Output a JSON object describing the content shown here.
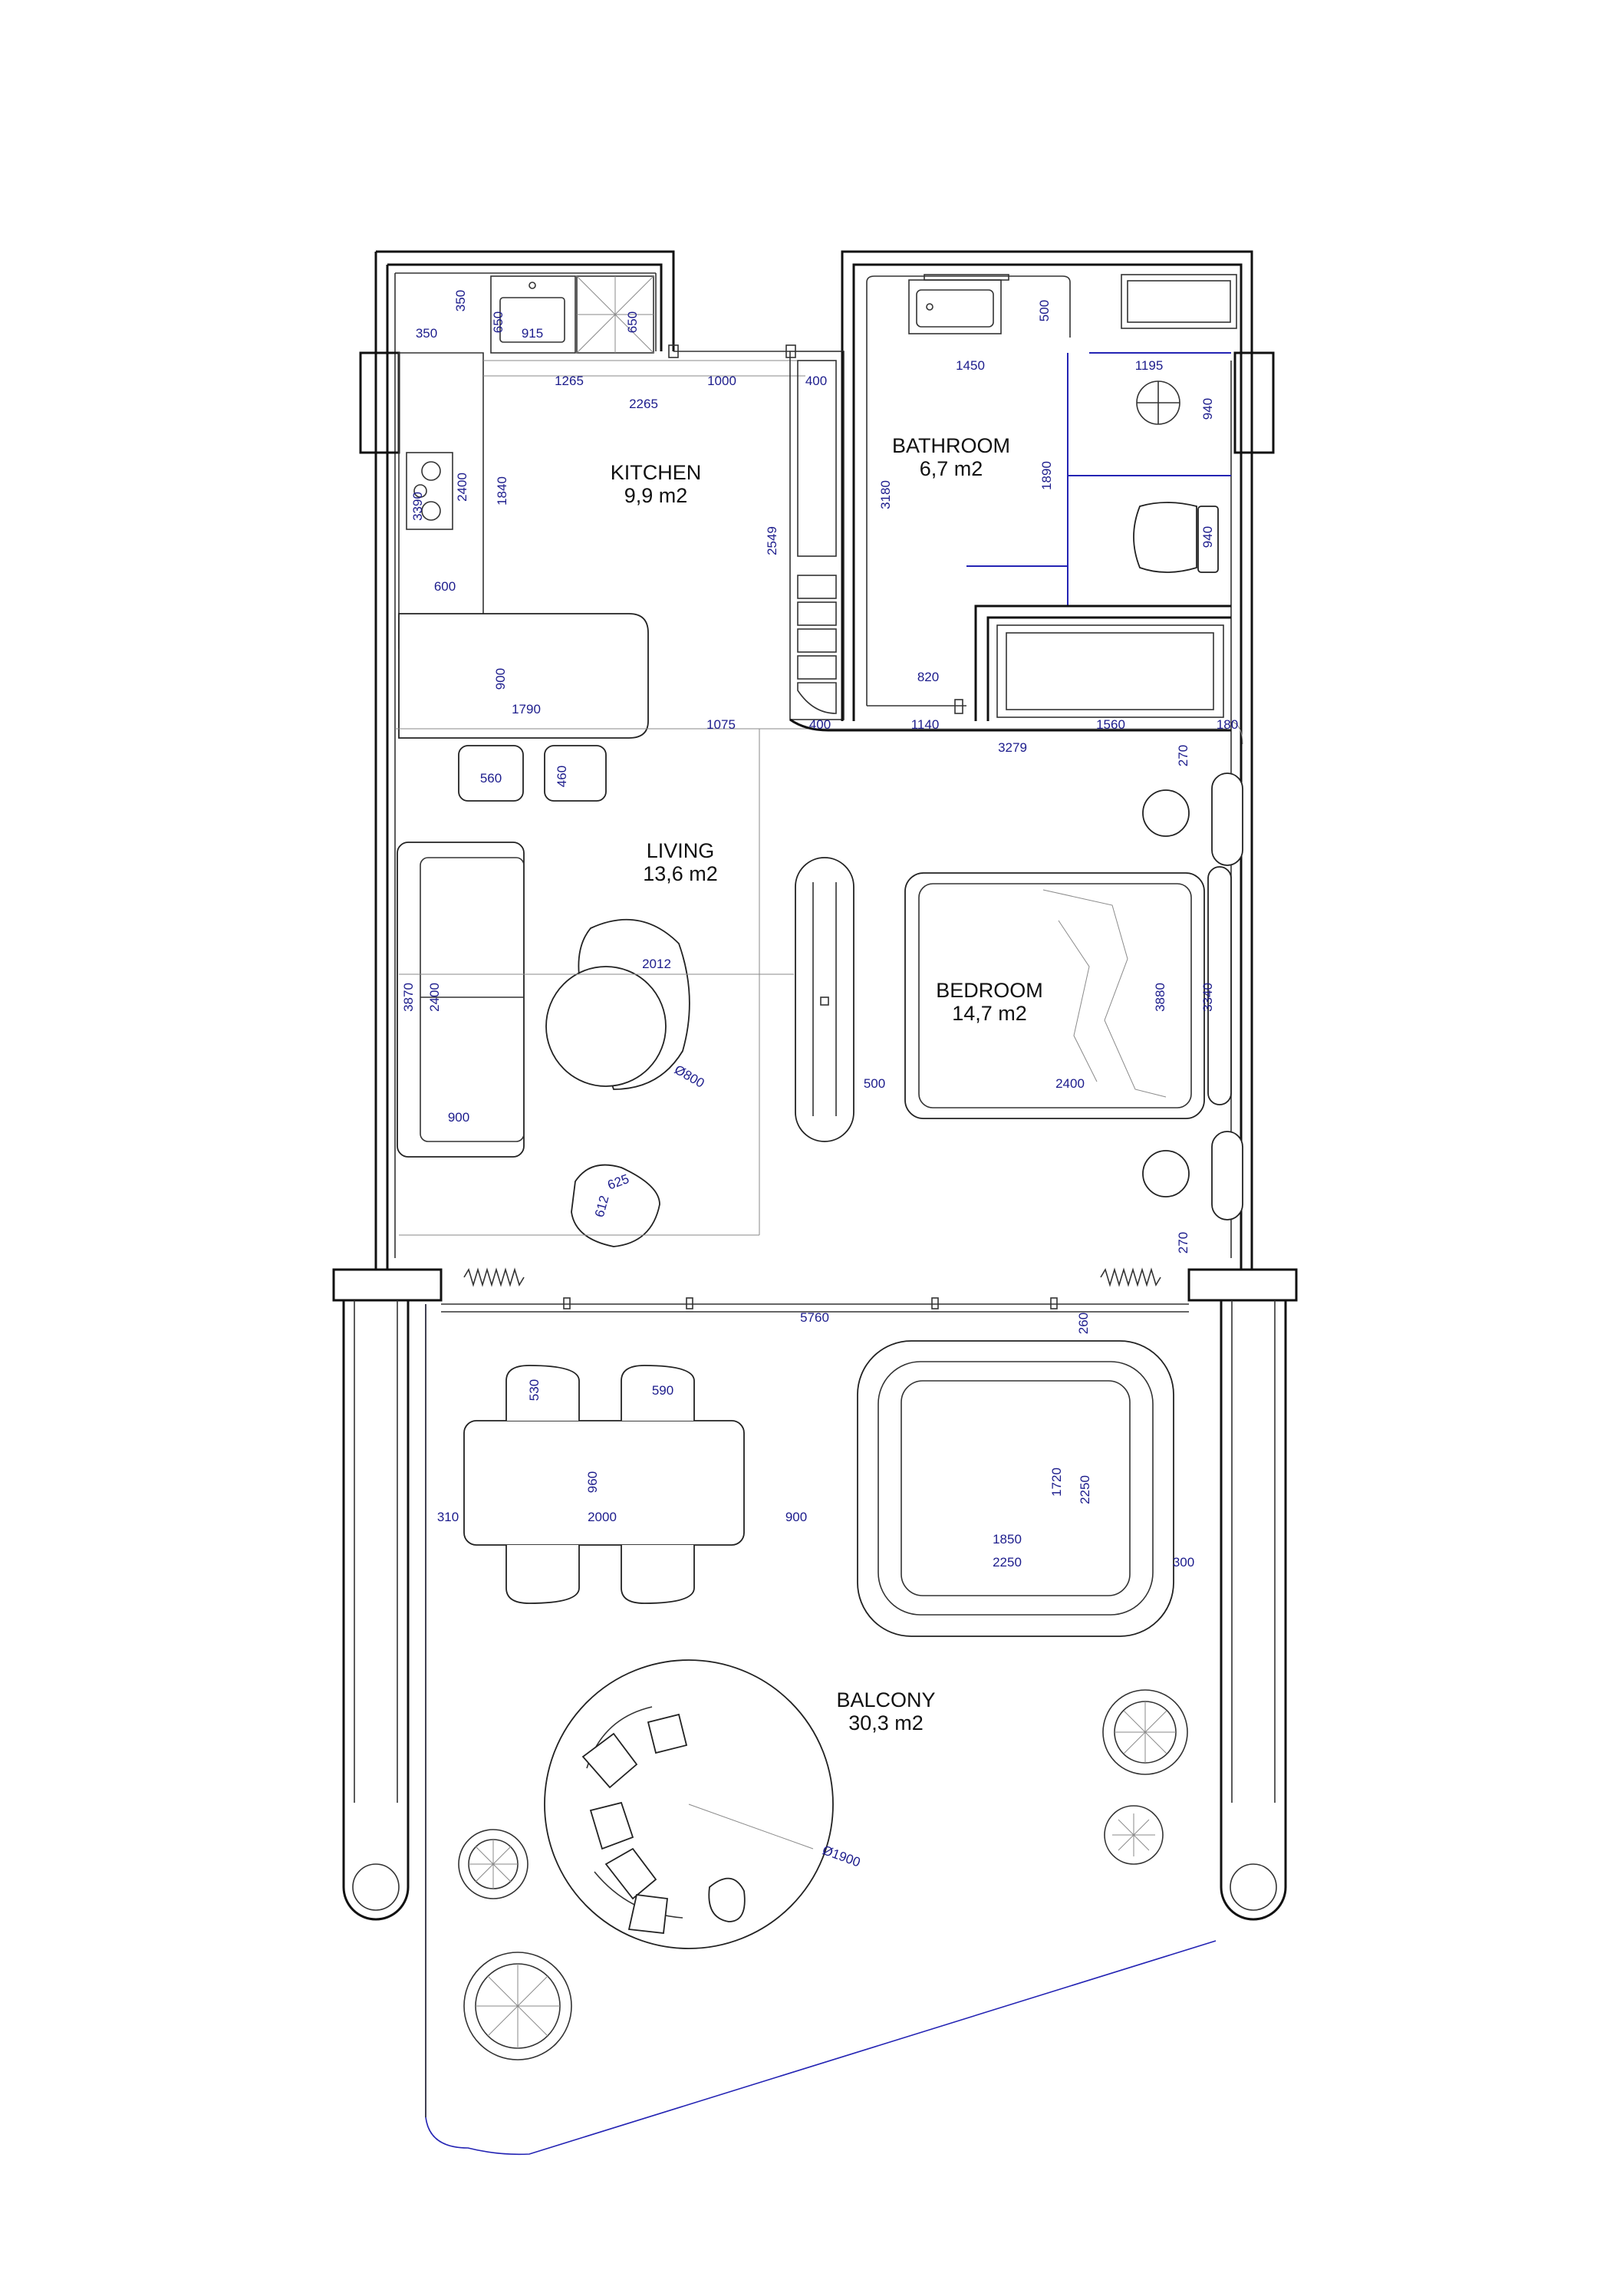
{
  "rooms": {
    "kitchen": {
      "name": "KITCHEN",
      "area": "9,9 m2"
    },
    "bathroom": {
      "name": "BATHROOM",
      "area": "6,7 m2"
    },
    "living": {
      "name": "LIVING",
      "area": "13,6 m2"
    },
    "bedroom": {
      "name": "BEDROOM",
      "area": "14,7 m2"
    },
    "balcony": {
      "name": "BALCONY",
      "area": "30,3 m2"
    }
  },
  "dimensions": {
    "k_350a": "350",
    "k_350b": "350",
    "k_650a": "650",
    "k_915": "915",
    "k_650b": "650",
    "k_1265": "1265",
    "k_2265": "2265",
    "k_1000": "1000",
    "k_400a": "400",
    "k_3390": "3390",
    "k_2400": "2400",
    "k_1840": "1840",
    "k_2549": "2549",
    "k_600": "600",
    "k_900": "900",
    "k_1790": "1790",
    "b_500": "500",
    "b_1450": "1450",
    "b_1195": "1195",
    "b_940a": "940",
    "b_3180": "3180",
    "b_1890": "1890",
    "b_940b": "940",
    "b_820": "820",
    "r_1075": "1075",
    "r_400b": "400",
    "r_1140": "1140",
    "r_1560": "1560",
    "r_180": "180",
    "r_3279": "3279",
    "l_560": "560",
    "l_460": "460",
    "l_3870": "3870",
    "l_2400": "2400",
    "l_2012": "2012",
    "l_d800": "Ø800",
    "l_900": "900",
    "l_625": "625",
    "l_612": "612",
    "bd_270a": "270",
    "bd_3880": "3880",
    "bd_3340": "3340",
    "bd_500": "500",
    "bd_2400": "2400",
    "bd_270b": "270",
    "bl_5760": "5760",
    "bl_260": "260",
    "bl_530": "530",
    "bl_590": "590",
    "bl_960": "960",
    "bl_310": "310",
    "bl_2000": "2000",
    "bl_900": "900",
    "bl_1720": "1720",
    "bl_2250a": "2250",
    "bl_1850": "1850",
    "bl_2250b": "2250",
    "bl_300": "300",
    "bl_d1900": "Ø1900"
  }
}
